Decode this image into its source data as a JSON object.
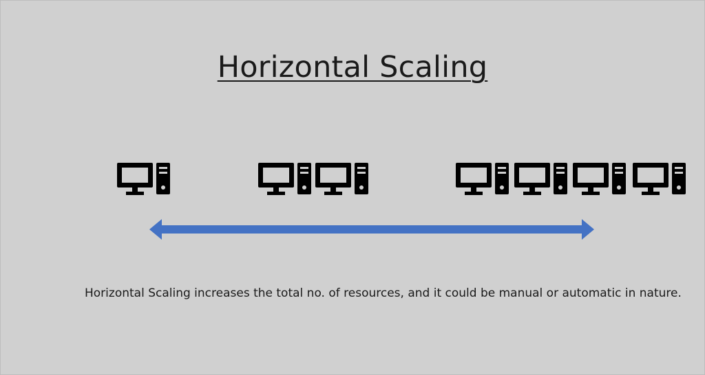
{
  "diagram": {
    "title": "Horizontal Scaling",
    "description": "Horizontal Scaling increases the total no. of resources, and it could be manual or automatic in nature.",
    "groups": [
      {
        "computers": 1
      },
      {
        "computers": 2
      },
      {
        "computers": 4
      }
    ],
    "icon": "computer-icon",
    "arrow_color": "#4472c4",
    "icon_color": "#000000",
    "background_color": "#d0d0d0"
  }
}
